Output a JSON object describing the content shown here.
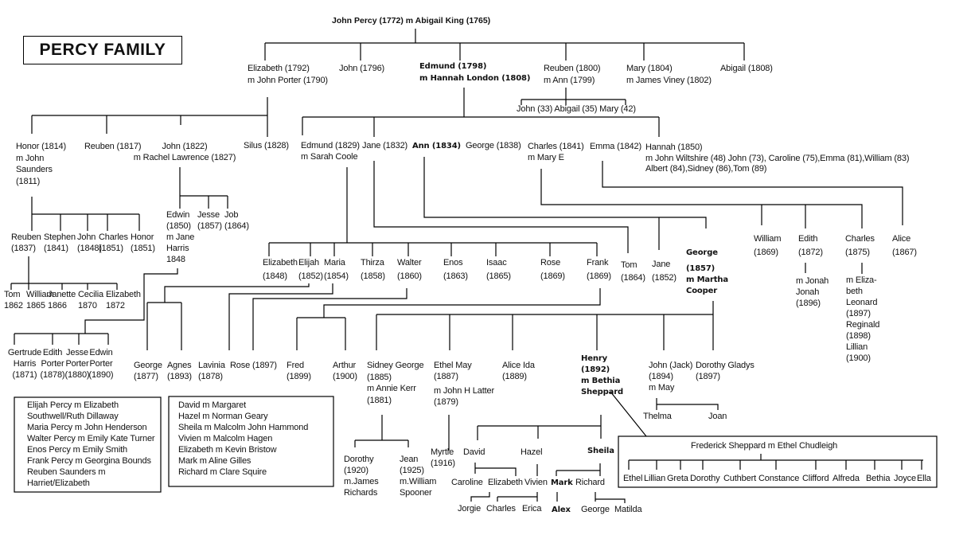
{
  "title": "PERCY FAMILY",
  "root": "John Percy (1772) m Abigail King (1765)",
  "gen1": [
    {
      "lines": [
        "Elizabeth (1792)",
        "m John Porter (1790)"
      ]
    },
    {
      "lines": [
        "John (1796)"
      ]
    },
    {
      "lines": [
        "Edmund (1798)",
        "m Hannah London (1808)"
      ]
    },
    {
      "lines": [
        "Reuben (1800)",
        "m Ann (1799)"
      ]
    },
    {
      "lines": [
        "Mary (1804)",
        "m James Viney (1802)"
      ]
    },
    {
      "lines": [
        "Abigail (1808)"
      ]
    }
  ],
  "reuben_children": {
    "lines": [
      "John (33) Abigail (35) Mary (42)"
    ]
  },
  "elizabeth_children": [
    {
      "lines": [
        "Honor (1814)",
        "m John",
        "Saunders",
        "(1811)"
      ]
    },
    {
      "lines": [
        "Reuben (1817)"
      ]
    },
    {
      "lines": [
        "John (1822)",
        "m Rachel Lawrence (1827)"
      ]
    },
    {
      "lines": [
        "Silus (1828)"
      ]
    }
  ],
  "edmund_children": [
    {
      "lines": [
        "Edmund (1829)",
        "m Sarah Coole"
      ]
    },
    {
      "lines": [
        "Jane (1832)"
      ]
    },
    {
      "lines": [
        "Ann (1834)"
      ]
    },
    {
      "lines": [
        "George (1838)"
      ]
    },
    {
      "lines": [
        "Charles (1841)",
        "m Mary E"
      ]
    },
    {
      "lines": [
        "Emma (1842)"
      ]
    },
    {
      "lines": [
        "Hannah (1850)",
        "m John Wiltshire (48) John (73), Caroline (75),Emma (81),William (83)",
        "Albert (84),Sidney (86),Tom (89)"
      ]
    }
  ],
  "honor_children": [
    {
      "lines": [
        "Reuben",
        "(1837)"
      ]
    },
    {
      "lines": [
        "Stephen",
        "(1841)"
      ]
    },
    {
      "lines": [
        "John",
        "(1848)"
      ]
    },
    {
      "lines": [
        "Charles",
        "(1851)"
      ]
    },
    {
      "lines": [
        "Honor",
        "(1851)"
      ]
    }
  ],
  "reuben_saunders_children": [
    {
      "lines": [
        "Tom",
        "1862"
      ]
    },
    {
      "lines": [
        "William",
        "1865"
      ]
    },
    {
      "lines": [
        "Janette",
        "1866"
      ]
    },
    {
      "lines": [
        "Cecilia",
        "1870"
      ]
    },
    {
      "lines": [
        "Elizabeth",
        "1872"
      ]
    }
  ],
  "john_children": [
    {
      "lines": [
        "Edwin",
        "(1850)",
        "m Jane",
        "Harris",
        "1848"
      ]
    },
    {
      "lines": [
        "Jesse",
        "(1857)"
      ]
    },
    {
      "lines": [
        "Job",
        "(1864)"
      ]
    }
  ],
  "edwin_children": [
    {
      "lines": [
        "Gertrude",
        "Harris",
        "(1871)"
      ]
    },
    {
      "lines": [
        "Edith",
        "Porter",
        "(1878)"
      ]
    },
    {
      "lines": [
        "Jesse",
        "Porter",
        "(1880)"
      ]
    },
    {
      "lines": [
        "Edwin",
        "Porter",
        "(1890)"
      ]
    }
  ],
  "edmund_jr_children": [
    {
      "lines": [
        "Elizabeth",
        "(1848)"
      ]
    },
    {
      "lines": [
        "Elijah",
        "(1852)"
      ]
    },
    {
      "lines": [
        "Maria",
        "(1854)"
      ]
    },
    {
      "lines": [
        "Thirza",
        "(1858)"
      ]
    },
    {
      "lines": [
        "Walter",
        "(1860)"
      ]
    },
    {
      "lines": [
        "Enos",
        "(1863)"
      ]
    },
    {
      "lines": [
        "Isaac",
        "(1865)"
      ]
    },
    {
      "lines": [
        "Rose",
        "(1869)"
      ]
    },
    {
      "lines": [
        "Frank",
        "(1869)"
      ]
    }
  ],
  "jane_children": [
    {
      "lines": [
        "Tom",
        "(1864)"
      ]
    }
  ],
  "ann_children": [
    {
      "lines": [
        "Jane",
        "(1852)"
      ]
    },
    {
      "lines": [
        "George",
        "(1857)",
        "m Martha",
        "Cooper"
      ]
    }
  ],
  "charles_emma_children": [
    {
      "lines": [
        "William",
        "(1869)"
      ]
    },
    {
      "lines": [
        "Edith",
        "(1872)"
      ]
    },
    {
      "lines": [
        "Charles",
        "(1875)"
      ]
    },
    {
      "lines": [
        "Alice",
        "(1867)"
      ]
    }
  ],
  "edith_marriage": {
    "lines": [
      "m Jonah",
      "Jonah",
      "(1896)"
    ]
  },
  "charles_marriage": {
    "lines": [
      "m Eliza-",
      "beth",
      "Leonard",
      "(1897)",
      "Reginald",
      "(1898)",
      "Lillian",
      "(1900)"
    ]
  },
  "elijah_children": [
    {
      "lines": [
        "George",
        "(1877)"
      ]
    },
    {
      "lines": [
        "Agnes",
        "(1893)"
      ]
    }
  ],
  "maria_children": [
    {
      "lines": [
        "Lavinia",
        "(1878)"
      ]
    }
  ],
  "walter_children": [
    {
      "lines": [
        "Rose (1897)"
      ]
    }
  ],
  "frank_children": [
    {
      "lines": [
        "Fred",
        "(1899)"
      ]
    },
    {
      "lines": [
        "Arthur",
        "(1900)"
      ]
    }
  ],
  "george_children": [
    {
      "lines": [
        "Sidney George",
        "(1885)",
        "m Annie Kerr",
        "(1881)"
      ]
    },
    {
      "lines": [
        "Ethel May",
        "(1887)",
        "m John H Latter",
        "(1879)"
      ]
    },
    {
      "lines": [
        "Alice Ida",
        "(1889)"
      ]
    },
    {
      "lines": [
        "Henry",
        "(1892)",
        "m Bethia",
        "Sheppard"
      ]
    },
    {
      "lines": [
        "John (Jack)",
        "(1894)",
        "m May"
      ]
    },
    {
      "lines": [
        "Dorothy Gladys",
        "(1897)"
      ]
    }
  ],
  "jack_children": [
    {
      "lines": [
        "Thelma"
      ]
    },
    {
      "lines": [
        "Joan"
      ]
    }
  ],
  "sidney_children": [
    {
      "lines": [
        "Dorothy",
        "(1920)",
        "m.James",
        "Richards"
      ]
    },
    {
      "lines": [
        "Jean",
        "(1925)",
        "m.William",
        "Spooner"
      ]
    }
  ],
  "ethel_children": [
    {
      "lines": [
        "Myrtle",
        "(1916)"
      ]
    }
  ],
  "henry_children": [
    {
      "lines": [
        "David"
      ]
    },
    {
      "lines": [
        "Hazel"
      ]
    },
    {
      "lines": [
        "Sheila"
      ]
    }
  ],
  "henry_grandchildren": [
    {
      "lines": [
        "Caroline"
      ]
    },
    {
      "lines": [
        "Elizabeth"
      ]
    },
    {
      "lines": [
        "Vivien"
      ]
    },
    {
      "lines": [
        "Mark"
      ]
    },
    {
      "lines": [
        "Richard"
      ]
    }
  ],
  "henry_great_grandchildren": [
    {
      "lines": [
        "Jorgie"
      ]
    },
    {
      "lines": [
        "Charles"
      ]
    },
    {
      "lines": [
        "Erica"
      ]
    },
    {
      "lines": [
        "Alex"
      ]
    },
    {
      "lines": [
        "George"
      ]
    },
    {
      "lines": [
        "Matilda"
      ]
    }
  ],
  "sheppard": {
    "parents": {
      "lines": [
        "Frederick Sheppard m Ethel Chudleigh"
      ]
    },
    "children": [
      {
        "lines": [
          "Ethel"
        ]
      },
      {
        "lines": [
          "Lillian"
        ]
      },
      {
        "lines": [
          "Greta"
        ]
      },
      {
        "lines": [
          "Dorothy"
        ]
      },
      {
        "lines": [
          "Cuthbert"
        ]
      },
      {
        "lines": [
          "Constance"
        ]
      },
      {
        "lines": [
          "Clifford"
        ]
      },
      {
        "lines": [
          "Alfreda"
        ]
      },
      {
        "lines": [
          "Bethia"
        ]
      },
      {
        "lines": [
          "Joyce"
        ]
      },
      {
        "lines": [
          "Ella"
        ]
      }
    ]
  },
  "notes_left": {
    "lines": [
      "Elijah Percy m Elizabeth",
      "Southwell/Ruth Dillaway",
      "Maria Percy m John Henderson",
      "Walter Percy m Emily Kate Turner",
      "Enos Percy m Emily Smith",
      "Frank Percy m Georgina Bounds",
      "Reuben Saunders m",
      "Harriet/Elizabeth"
    ]
  },
  "notes_right": {
    "lines": [
      "David m Margaret",
      "Hazel m Norman Geary",
      "Sheila m Malcolm John Hammond",
      "Vivien m Malcolm Hagen",
      "Elizabeth m Kevin Bristow",
      "Mark m Aline Gilles",
      "Richard m Clare Squire"
    ]
  }
}
